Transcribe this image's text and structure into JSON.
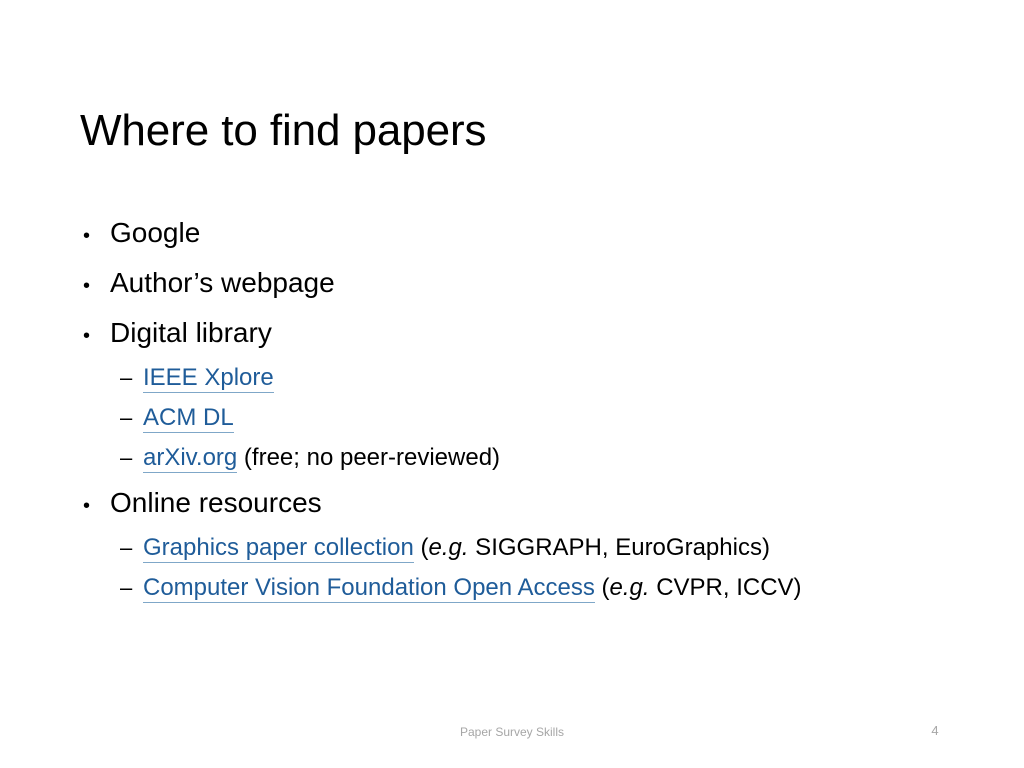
{
  "slide": {
    "title": "Where to find papers",
    "bullet_glyph": "•",
    "dash_glyph": "–",
    "link_color": "#1F5C99",
    "text_color": "#000000",
    "footer_color": "#A6A6A6",
    "background_color": "#FFFFFF"
  },
  "content": {
    "items": [
      {
        "level": 1,
        "text": "Google"
      },
      {
        "level": 1,
        "text": "Author’s webpage"
      },
      {
        "level": 1,
        "text": "Digital library"
      },
      {
        "level": 2,
        "link": "IEEE Xplore",
        "suffix": ""
      },
      {
        "level": 2,
        "link": "ACM DL",
        "suffix": ""
      },
      {
        "level": 2,
        "link": "arXiv.org",
        "suffix": " (free; no peer-reviewed)"
      },
      {
        "level": 1,
        "text": "Online resources"
      },
      {
        "level": 2,
        "link": "Graphics paper collection",
        "eg": "e.g.",
        "suffix": " SIGGRAPH, EuroGraphics)"
      },
      {
        "level": 2,
        "link": "Computer Vision Foundation Open Access",
        "eg": "e.g.",
        "suffix": " CVPR, ICCV)"
      }
    ],
    "paren_open": " ("
  },
  "footer": {
    "text": "Paper Survey Skills",
    "page_number": "4"
  }
}
